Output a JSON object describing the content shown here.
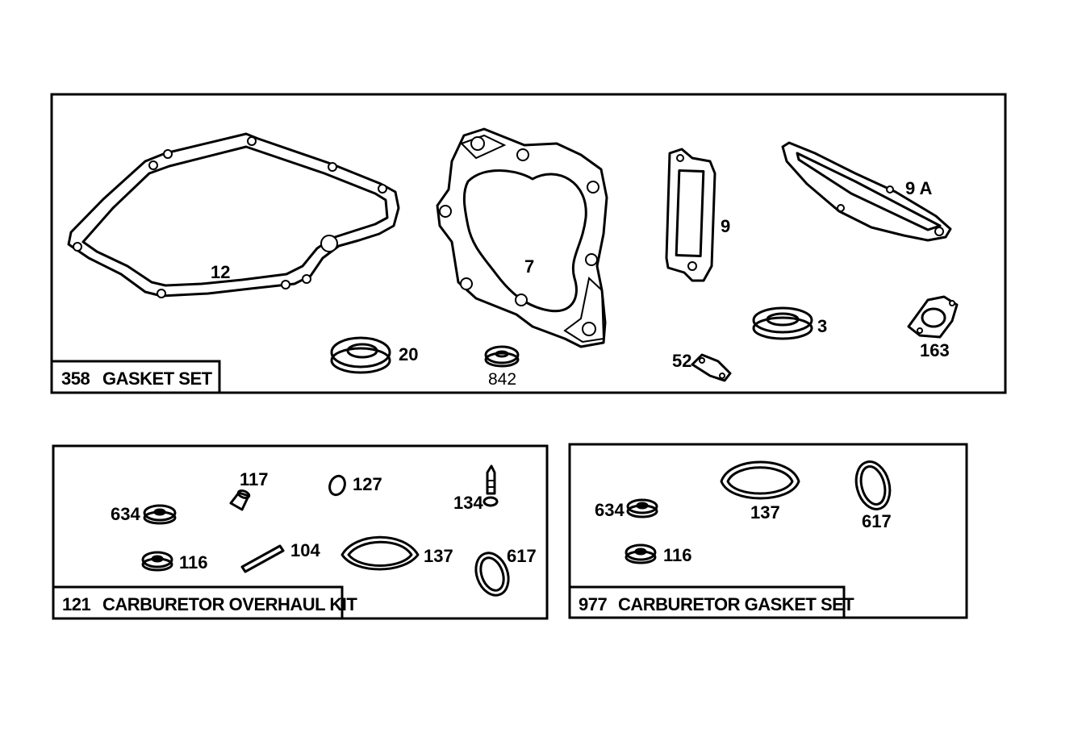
{
  "panels": [
    {
      "id": "gasket-set",
      "kit_number": "358",
      "kit_name": "GASKET SET",
      "callouts": [
        "12",
        "7",
        "9",
        "9 A",
        "20",
        "842",
        "52",
        "3",
        "163"
      ]
    },
    {
      "id": "carburetor-overhaul-kit",
      "kit_number": "121",
      "kit_name": "CARBURETOR OVERHAUL KIT",
      "callouts": [
        "117",
        "127",
        "134",
        "634",
        "116",
        "104",
        "137",
        "617"
      ]
    },
    {
      "id": "carburetor-gasket-set",
      "kit_number": "977",
      "kit_name": "CARBURETOR GASKET SET",
      "callouts": [
        "634",
        "137",
        "617",
        "116"
      ]
    }
  ]
}
